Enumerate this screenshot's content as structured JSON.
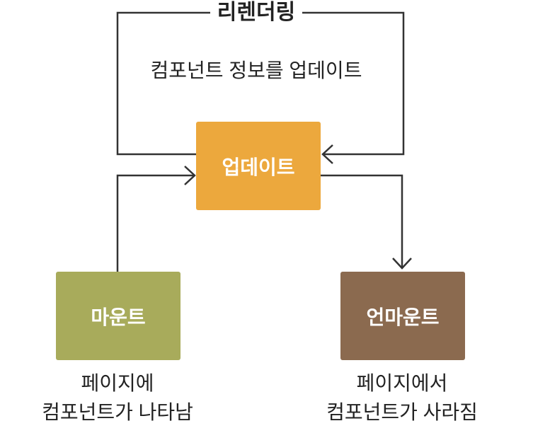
{
  "diagram": {
    "loop": {
      "title": "리렌더링",
      "label": "컴포넌트 정보를 업데이트"
    },
    "nodes": {
      "update": {
        "label": "업데이트",
        "color": "#ECA83D"
      },
      "mount": {
        "label": "마운트",
        "color": "#A8AB5B"
      },
      "unmount": {
        "label": "언마운트",
        "color": "#8B6A4F"
      }
    },
    "captions": {
      "mount": {
        "line1": "페이지에",
        "line2": "컴포넌트가 나타남"
      },
      "unmount": {
        "line1": "페이지에서",
        "line2": "컴포넌트가 사라짐"
      }
    },
    "colors": {
      "edge": "#333333",
      "text": "#222222",
      "node_text": "#FFFFFF"
    }
  }
}
